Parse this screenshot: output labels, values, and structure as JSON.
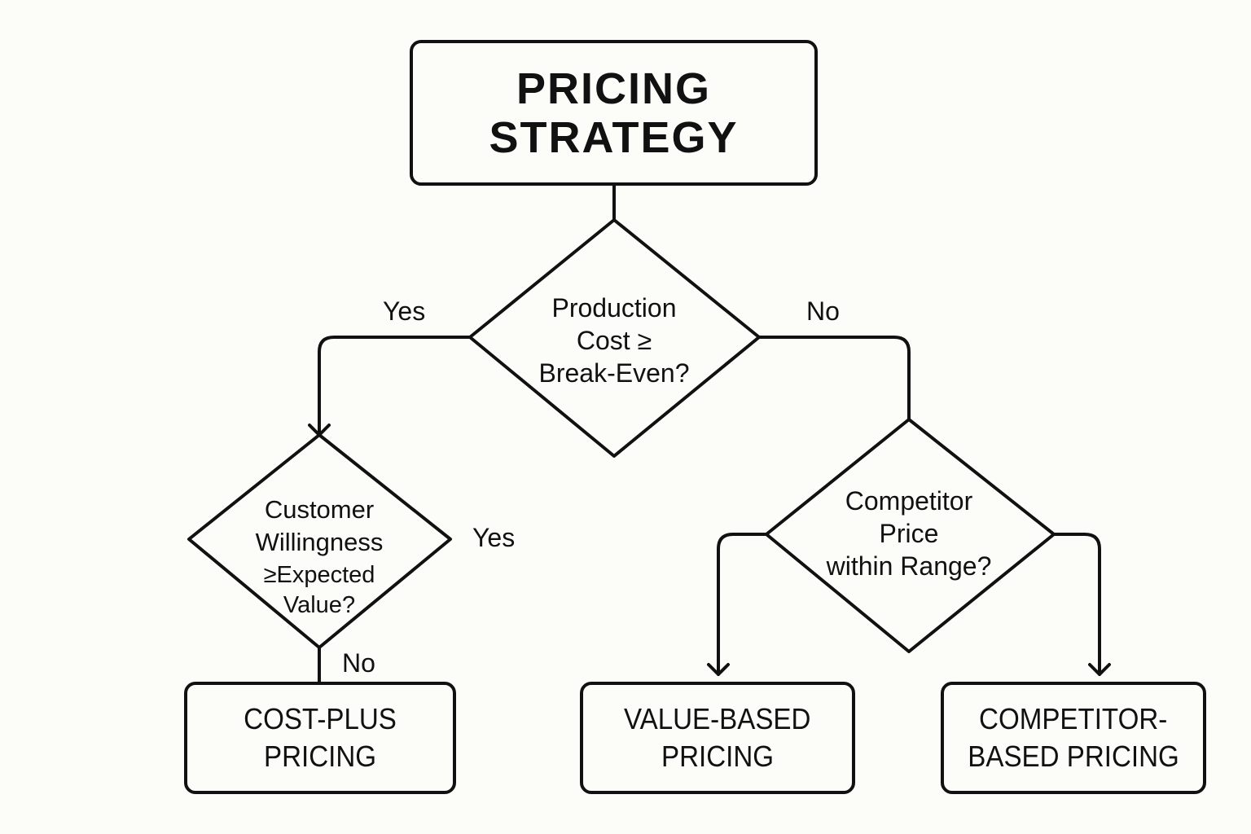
{
  "title": {
    "lines": [
      "PRICING",
      "STRATEGY"
    ]
  },
  "decisions": [
    {
      "id": "production-cost",
      "lines": [
        "Production",
        "Cost ≥",
        "Break-Even?"
      ]
    },
    {
      "id": "customer-willingness",
      "lines": [
        "Customer",
        "Willingness",
        "≥Expected",
        "Value?"
      ]
    },
    {
      "id": "competitor-price",
      "lines": [
        "Competitor",
        "Price",
        "within Range?"
      ]
    }
  ],
  "labels": {
    "top_yes": "Yes",
    "top_no": "No",
    "customer_yes": "Yes",
    "customer_no": "No"
  },
  "outcomes": [
    {
      "id": "cost-plus",
      "lines": [
        "COST-PLUS",
        "PRICING"
      ]
    },
    {
      "id": "value-based",
      "lines": [
        "VALUE-BASED",
        "PRICING"
      ]
    },
    {
      "id": "competitor-based",
      "lines": [
        "COMPETITOR-",
        "BASED PRICING"
      ]
    }
  ],
  "colors": {
    "background": "#fcfcf9",
    "stroke": "#111111"
  }
}
